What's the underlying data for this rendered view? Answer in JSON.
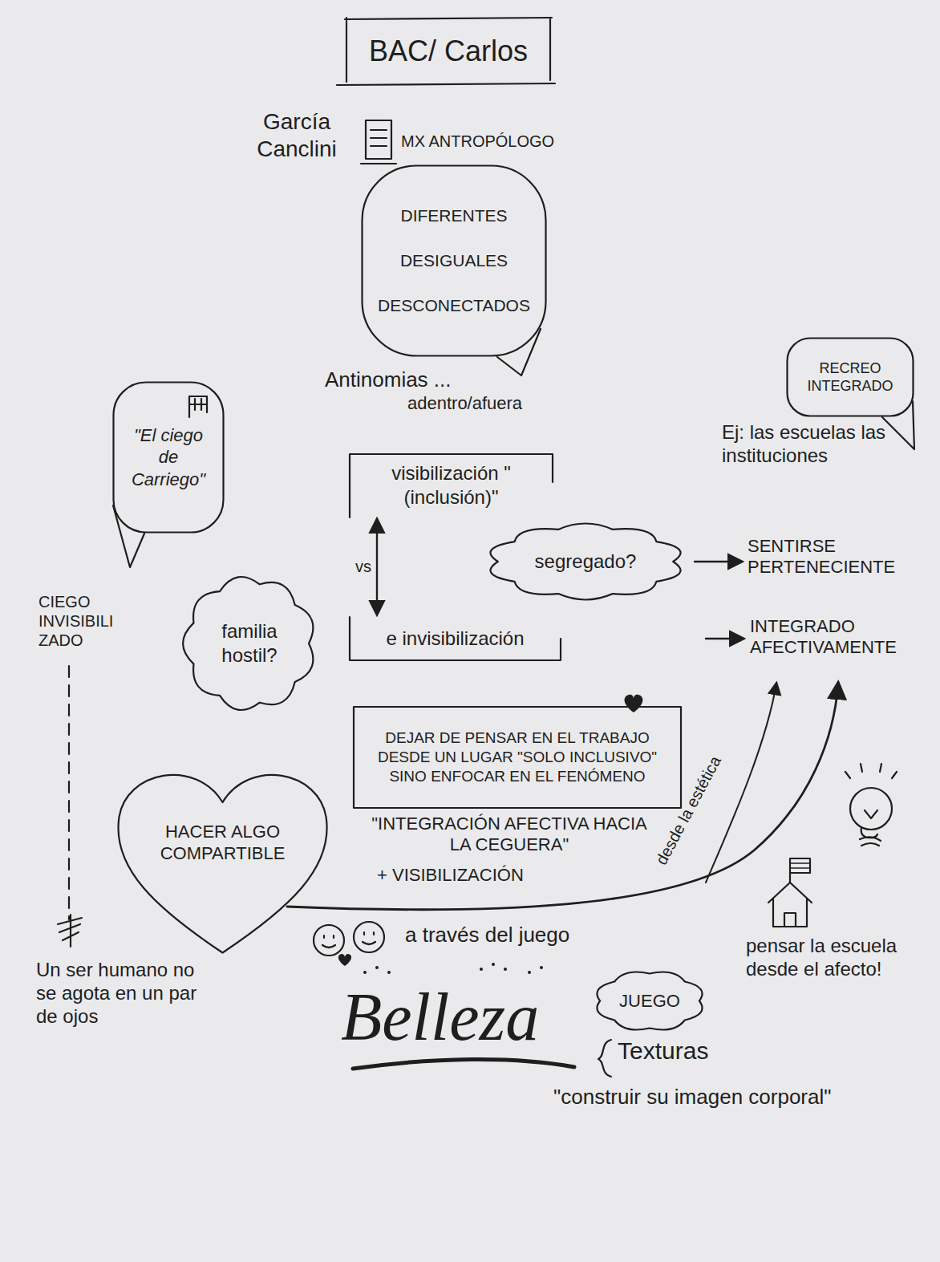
{
  "diagram": {
    "title": "BAC/ Carlos",
    "nodes": [
      {
        "text": [
          "DIFERENTES",
          "DESIGUALES",
          "DESCONECTADOS"
        ]
      },
      {
        "text": [
          "RECREO INTEGRADO"
        ]
      },
      {
        "text": [
          "\"El ciego de Carriego\""
        ]
      },
      {
        "text": [
          "visibilización \"(inclusión)\""
        ]
      },
      {
        "text": [
          "segregado?"
        ]
      },
      {
        "text": [
          "familia hostil?"
        ]
      },
      {
        "text": [
          "e invisibilización"
        ]
      },
      {
        "text": [
          "DEJAR DE PENSAR EN EL TRABAJO DESDE UN LUGAR \"SOLO INCLUSIVO\" SINO ENFOCAR EN EL FENÓMENO"
        ]
      },
      {
        "text": [
          "HACER ALGO COMPARTIBLE"
        ]
      },
      {
        "text": [
          "JUEGO"
        ]
      }
    ],
    "edges": [
      {
        "from": 3,
        "to": 6,
        "label": "vs",
        "arrow": "both"
      }
    ],
    "labels": [
      "García Canclini",
      "MX ANTROPÓLOGO",
      "Antinomias ...",
      "adentro/afuera",
      "Ej: las escuelas las instituciones",
      "SENTIRSE PERTENECIENTE",
      "CIEGO INVISIBILIZADO",
      "INTEGRADO AFECTIVAMENTE",
      "\"INTEGRACIÓN AFECTIVA HACIA LA CEGUERA\"",
      "desde la estética",
      "+ VISIBILIZACIÓN",
      "a través del juego",
      "pensar la escuela desde el afecto!",
      "Un ser humano no se agota en un par de ojos",
      "Belleza",
      "Texturas",
      "\"construir su imagen corporal\""
    ]
  }
}
